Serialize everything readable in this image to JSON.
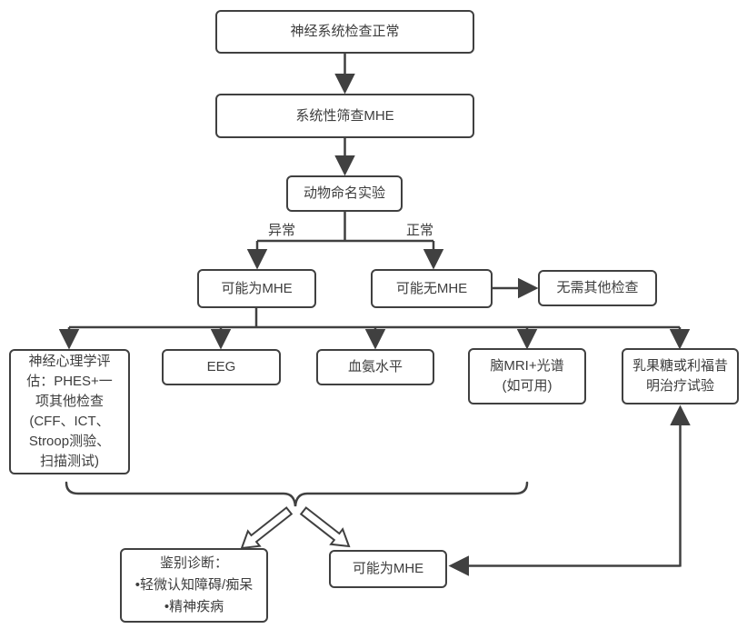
{
  "diagram": {
    "title_hint": "MHE screening and diagnosis flowchart",
    "colors": {
      "line": "#404040",
      "box_border": "#404040",
      "box_fill": "#ffffff",
      "text": "#3d3d3d",
      "background": "#ffffff"
    },
    "nodes": {
      "neuro_exam": "神经系统检查正常",
      "screening": "系统性筛查MHE",
      "animal_naming": "动物命名实验",
      "possible_mhe": "可能为MHE",
      "possible_no_mhe": "可能无MHE",
      "no_further_tests": "无需其他检查",
      "neuropsych": "神经心理学评\n估：PHES+一\n项其他检查\n(CFF、ICT、\nStroop测验、\n扫描测试)",
      "eeg": "EEG",
      "ammonia": "血氨水平",
      "mri": "脑MRI+光谱\n(如可用)",
      "treatment_trial": "乳果糖或利福昔\n明治疗试验",
      "differential": "鉴别诊断：\n•轻微认知障碍/痴呆\n•精神疾病",
      "possible_mhe_final": "可能为MHE"
    },
    "edge_labels": {
      "abnormal": "异常",
      "normal": "正常"
    }
  }
}
